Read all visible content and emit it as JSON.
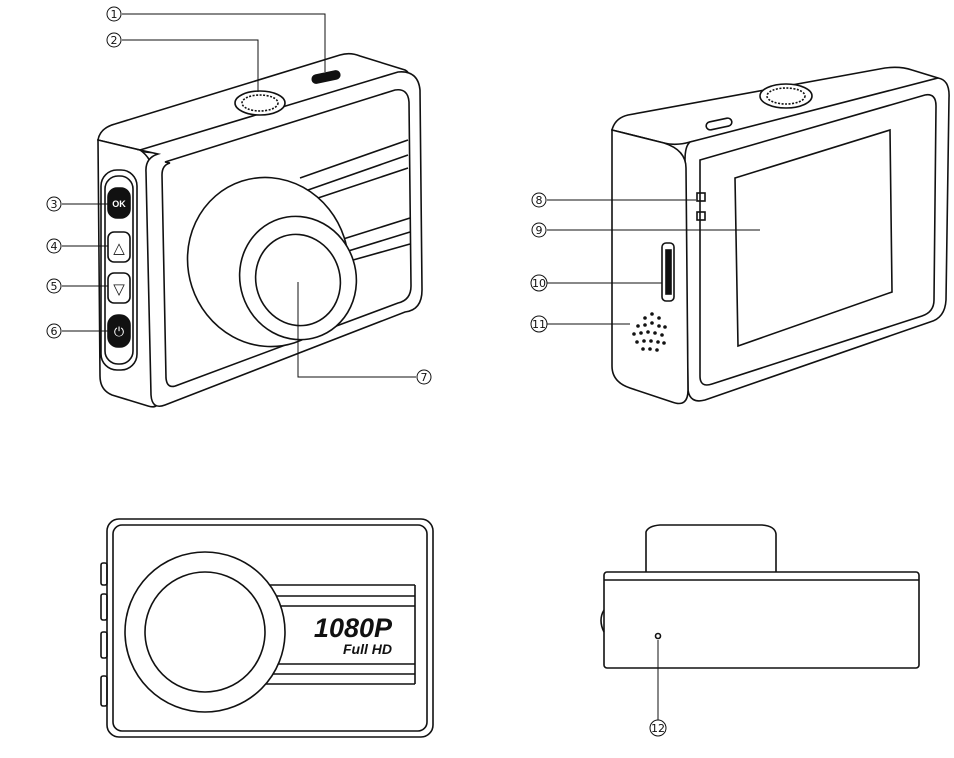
{
  "callouts": [
    {
      "id": "1",
      "label": "①"
    },
    {
      "id": "2",
      "label": "②"
    },
    {
      "id": "3",
      "label": "③"
    },
    {
      "id": "4",
      "label": "④"
    },
    {
      "id": "5",
      "label": "⑤"
    },
    {
      "id": "6",
      "label": "⑥"
    },
    {
      "id": "7",
      "label": "⑦"
    },
    {
      "id": "8",
      "label": "⑧"
    },
    {
      "id": "9",
      "label": "⑨"
    },
    {
      "id": "10",
      "label": "⑩"
    },
    {
      "id": "11",
      "label": "⑪"
    },
    {
      "id": "12",
      "label": "⑫"
    }
  ],
  "buttons": {
    "ok_label": "OK",
    "up_glyph": "△",
    "down_glyph": "▽",
    "power_glyph": "⏻"
  },
  "front_view": {
    "resolution_label": "1080P",
    "quality_label": "Full HD"
  },
  "icons": [
    "record-button-icon",
    "usb-port-icon",
    "ok-button-icon",
    "up-button-icon",
    "down-button-icon",
    "power-button-icon",
    "lens-icon",
    "indicator-light-icon",
    "screen-icon",
    "hdmi-port-icon",
    "speaker-icon",
    "microphone-icon"
  ]
}
